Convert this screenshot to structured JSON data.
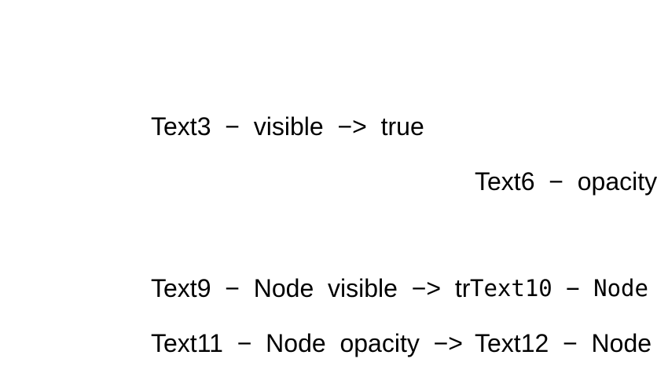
{
  "canvas": {
    "background": "#ffffff",
    "text_color": "#000000"
  },
  "text_items": [
    {
      "name": "Text3",
      "font": "sans",
      "clipped": false,
      "label": "Text3  −  visible  −>  true"
    },
    {
      "name": "Text6",
      "font": "sans",
      "clipped": true,
      "label": "Text6  −  opacity"
    },
    {
      "name": "Text9",
      "font": "sans",
      "clipped": true,
      "label": "Text9  −  Node  visible  −>  true"
    },
    {
      "name": "Text10",
      "font": "mono",
      "clipped": true,
      "label": "Text10 − Node"
    },
    {
      "name": "Text11",
      "font": "sans",
      "clipped": true,
      "label": "Text11  −  Node  opacity  −>  0"
    },
    {
      "name": "Text12",
      "font": "sans",
      "clipped": true,
      "label": "Text12  −  Node"
    }
  ]
}
